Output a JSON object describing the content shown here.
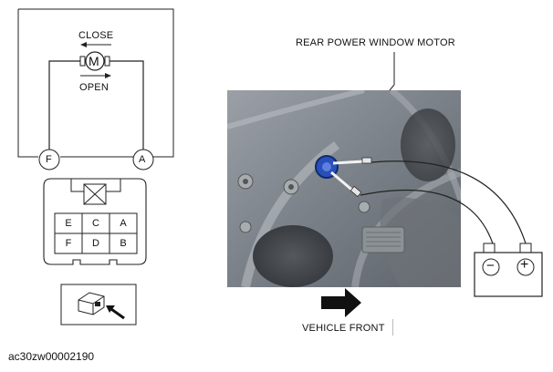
{
  "circuit": {
    "close_label": "CLOSE",
    "open_label": "OPEN",
    "motor_symbol": "M",
    "terminal_left": "F",
    "terminal_right": "A"
  },
  "connector": {
    "pins": [
      [
        "E",
        "C",
        "A"
      ],
      [
        "F",
        "D",
        "B"
      ]
    ]
  },
  "photo": {
    "motor_label": "REAR POWER WINDOW MOTOR",
    "vehicle_front_label": "VEHICLE FRONT"
  },
  "battery": {
    "negative_symbol": "−",
    "positive_symbol": "+"
  },
  "doc_id": "ac30zw00002190"
}
